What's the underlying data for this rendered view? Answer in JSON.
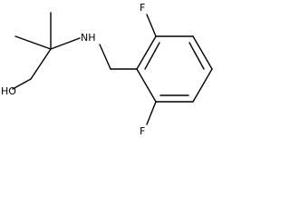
{
  "structure": {
    "atoms": {
      "hydroxyl": "HO",
      "amine": "NH",
      "fluorine_top": "F",
      "fluorine_bottom": "F"
    }
  }
}
